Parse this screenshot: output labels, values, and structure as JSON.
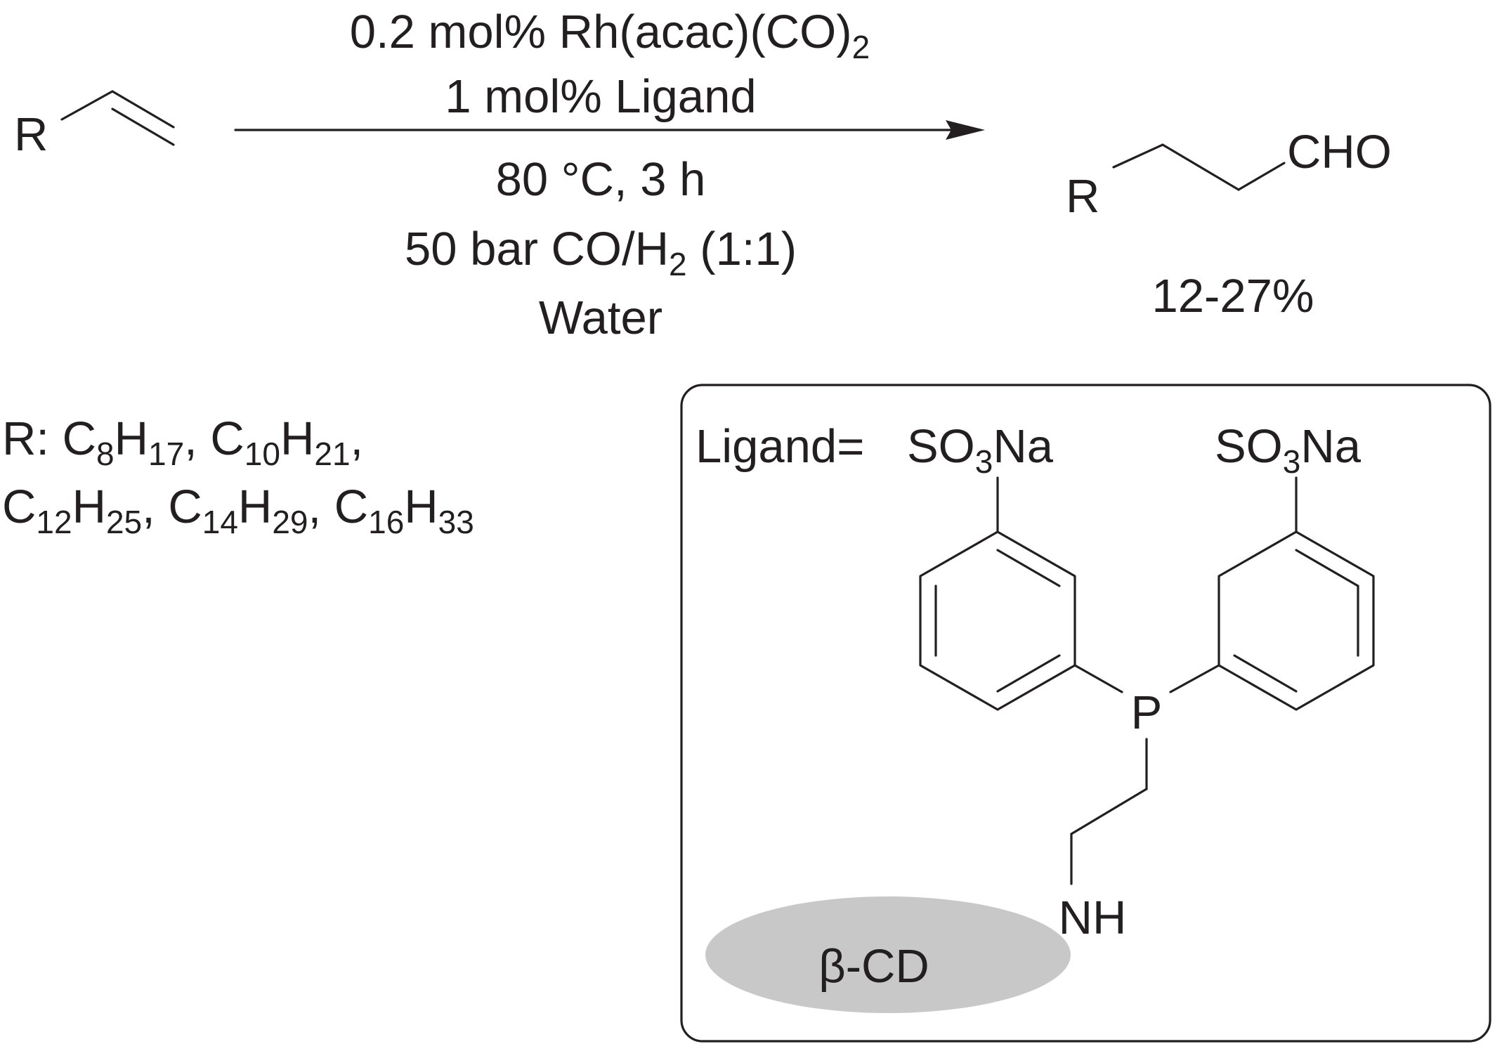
{
  "conditions": {
    "line1_a": "0.2 mol% Rh(acac)(CO)",
    "line1_sub": "2",
    "line2": "1 mol% Ligand",
    "line3": "80 °C, 3 h",
    "line4_a": "50 bar CO/H",
    "line4_sub": "2",
    "line4_b": " (1:1)",
    "line5": "Water"
  },
  "reactant": {
    "r_label": "R"
  },
  "product": {
    "r_label": "R",
    "cho_label": "CHO",
    "yield": "12-27%"
  },
  "r_groups": {
    "prefix": "R: ",
    "items": [
      {
        "el1": "C",
        "n1": "8",
        "el2": "H",
        "n2": "17"
      },
      {
        "el1": "C",
        "n1": "10",
        "el2": "H",
        "n2": "21"
      },
      {
        "el1": "C",
        "n1": "12",
        "el2": "H",
        "n2": "25"
      },
      {
        "el1": "C",
        "n1": "14",
        "el2": "H",
        "n2": "29"
      },
      {
        "el1": "C",
        "n1": "16",
        "el2": "H",
        "n2": "33"
      }
    ],
    "separator": ", ",
    "trailing": ","
  },
  "ligand": {
    "label": "Ligand=",
    "sulfonate": {
      "a": "SO",
      "sub": "3",
      "b": "Na"
    },
    "phosphorus": "P",
    "amine": "NH",
    "cd_label": "β-CD",
    "cd_fill": "#c8c8c8"
  }
}
